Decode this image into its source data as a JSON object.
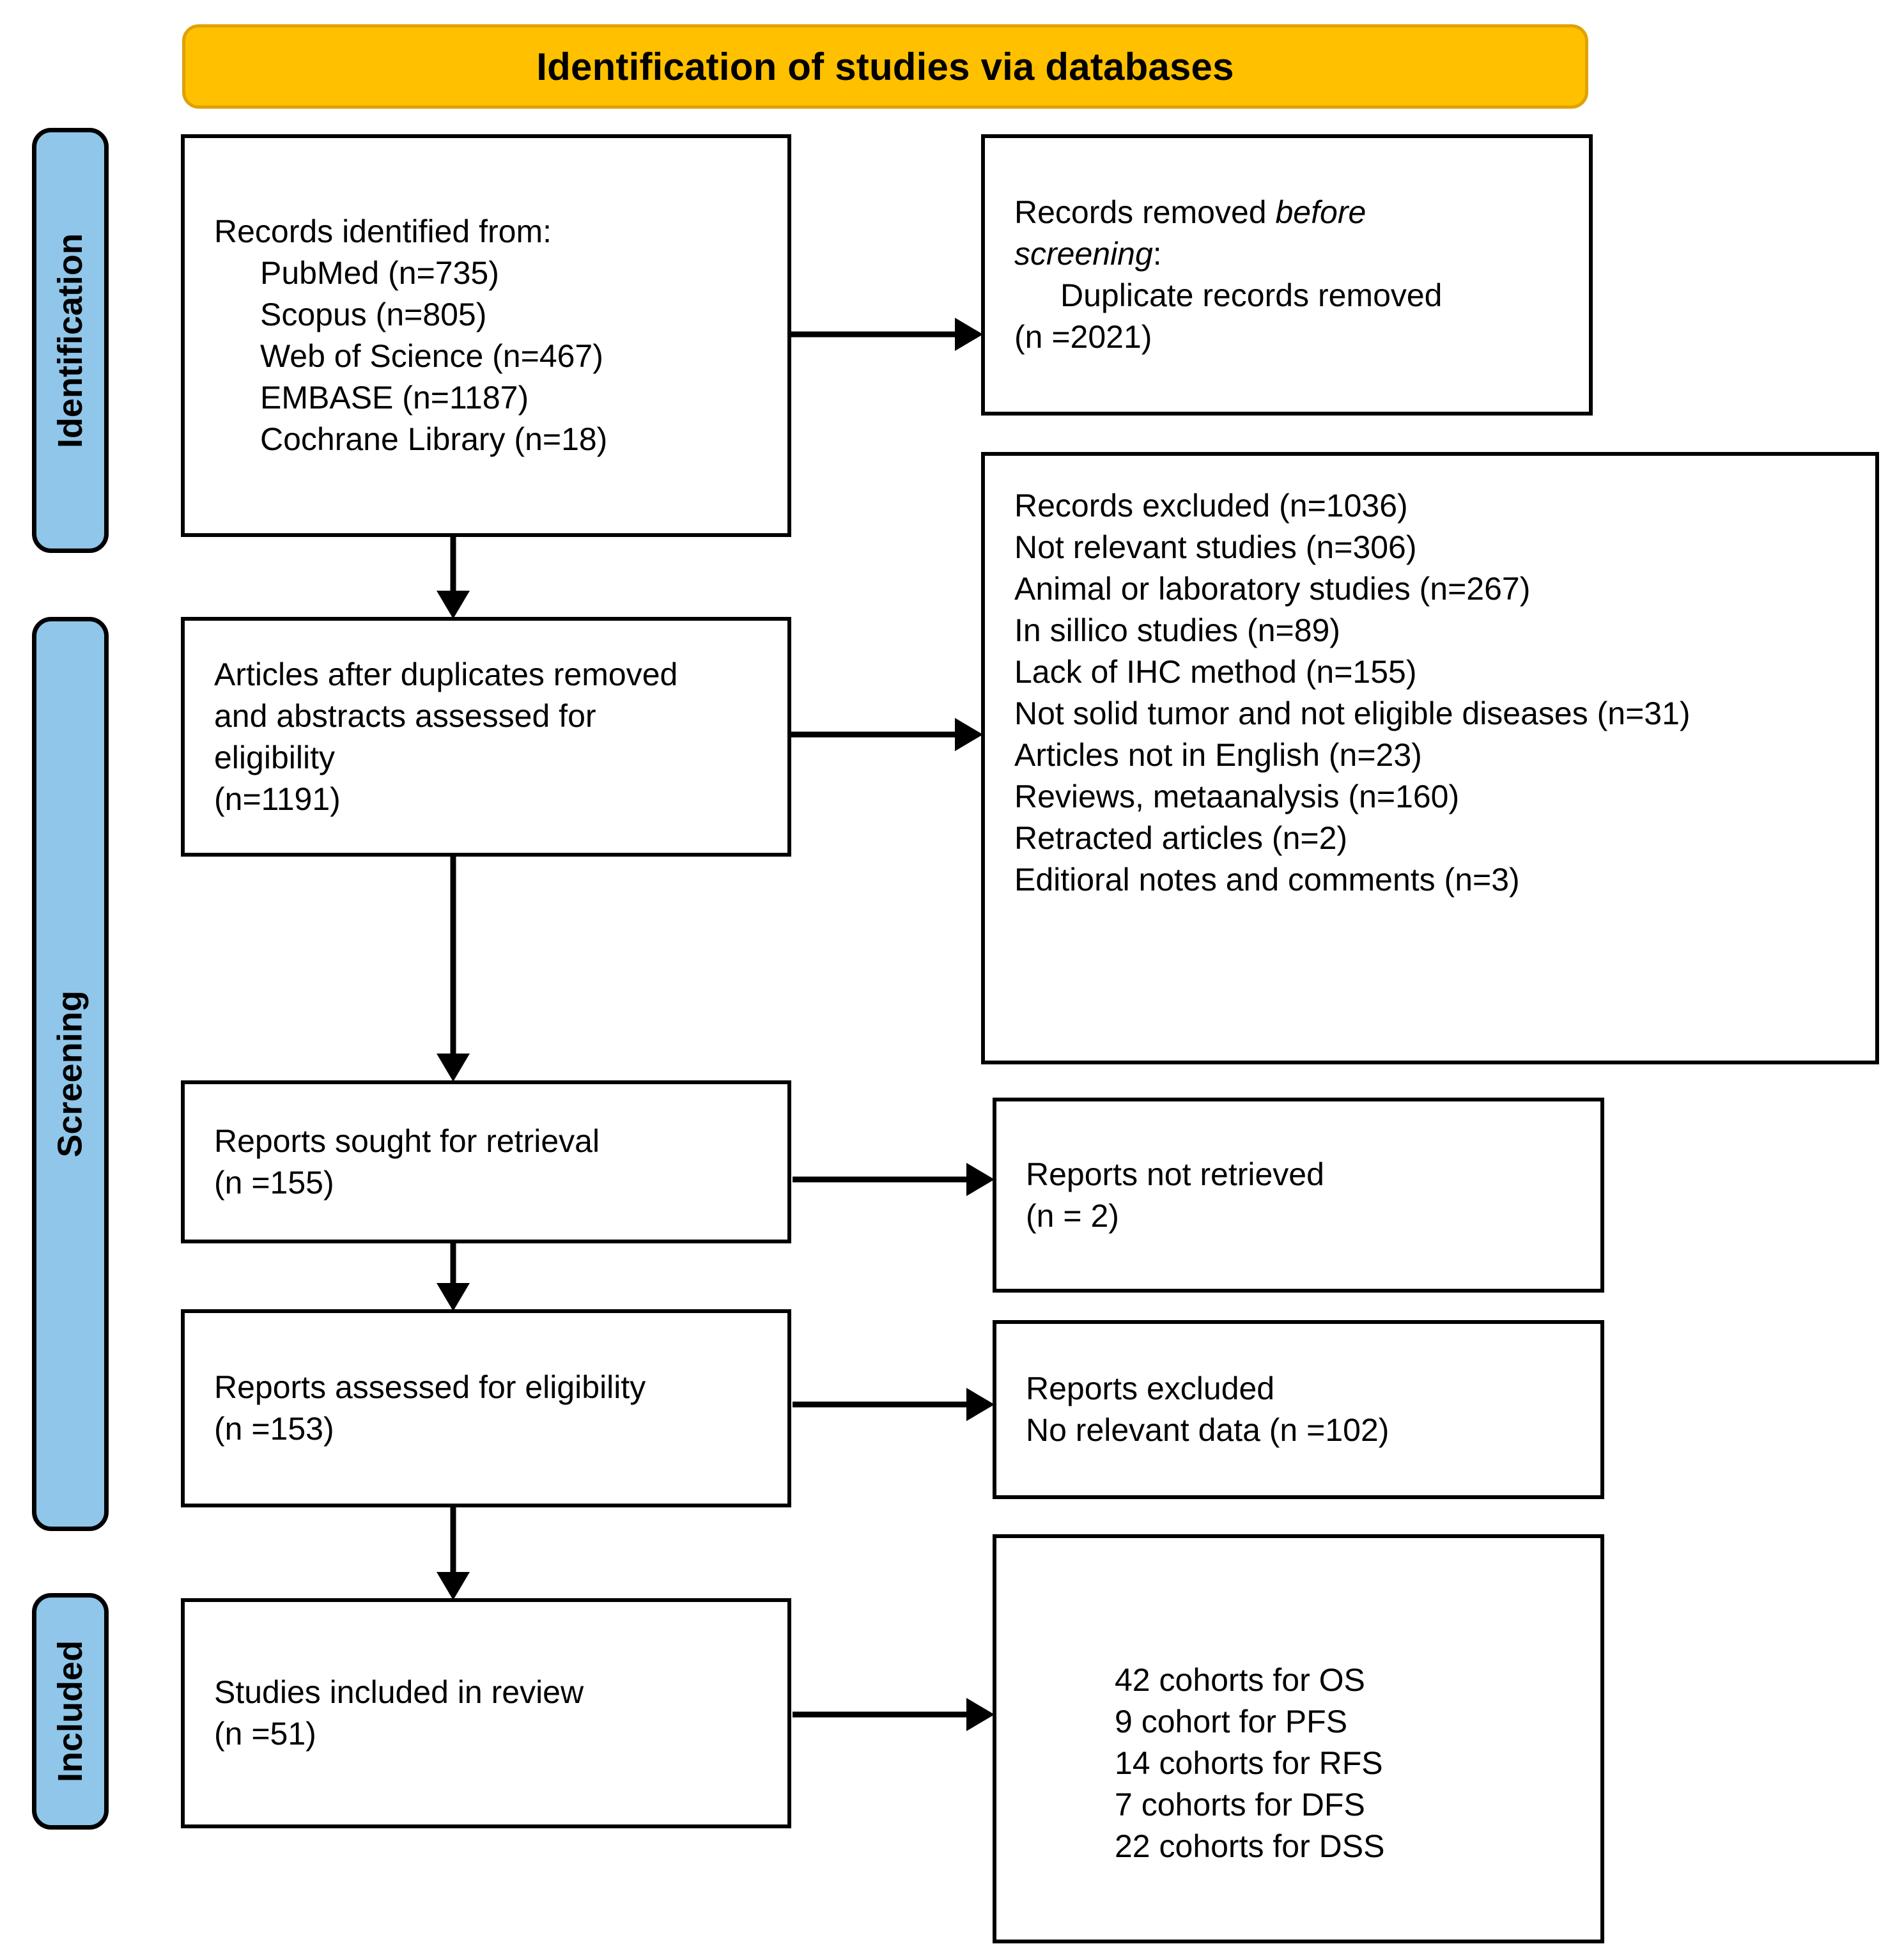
{
  "banner": {
    "title": "Identification of studies via databases",
    "fill_color": "#FFC000",
    "border_color": "#E0A106"
  },
  "phases": [
    {
      "id": "identification",
      "label": "Identification",
      "fill_color": "#8FC6EA"
    },
    {
      "id": "screening",
      "label": "Screening",
      "fill_color": "#8FC6EA"
    },
    {
      "id": "included",
      "label": "Included",
      "fill_color": "#8FC6EA"
    }
  ],
  "boxes": {
    "identified": {
      "heading": "Records identified from:",
      "sources": [
        "PubMed (n=735)",
        "Scopus (n=805)",
        "Web of Science (n=467)",
        "EMBASE (n=1187)",
        "Cochrane Library (n=18)"
      ]
    },
    "removed_before": {
      "line1": "Records removed ",
      "line1_italic": "before",
      "line2_italic": "screening",
      "line2_tail": ":",
      "detail": "Duplicate records removed",
      "count": "(n =2021)"
    },
    "after_dupes": {
      "line1": "Articles after duplicates removed",
      "line2": "and abstracts assessed for",
      "line3": "eligibility",
      "count": "(n=1191)"
    },
    "records_excluded": {
      "lines": [
        "Records excluded (n=1036)",
        "Not relevant studies (n=306)",
        "Animal or laboratory studies (n=267)",
        "In sillico studies (n=89)",
        "Lack of IHC method (n=155)",
        "Not solid tumor and not eligible diseases (n=31)",
        "Articles not in English (n=23)",
        "Reviews, metaanalysis (n=160)",
        "Retracted articles (n=2)",
        "Editioral notes and comments (n=3)"
      ]
    },
    "sought": {
      "line1": "Reports sought for retrieval",
      "count": "(n =155)"
    },
    "not_retrieved": {
      "line1": "Reports not retrieved",
      "count": "(n = 2)"
    },
    "assessed": {
      "line1": "Reports assessed for eligibility",
      "count": "(n =153)"
    },
    "reports_excluded": {
      "line1": "Reports excluded",
      "line2": "No relevant data (n =102)"
    },
    "included": {
      "line1": "Studies included in review",
      "count": "(n =51)"
    },
    "cohorts": {
      "lines": [
        "42 cohorts for OS",
        "9 cohort for PFS",
        "14 cohorts for RFS",
        "7 cohorts for DFS",
        "22 cohorts for DSS"
      ]
    }
  }
}
